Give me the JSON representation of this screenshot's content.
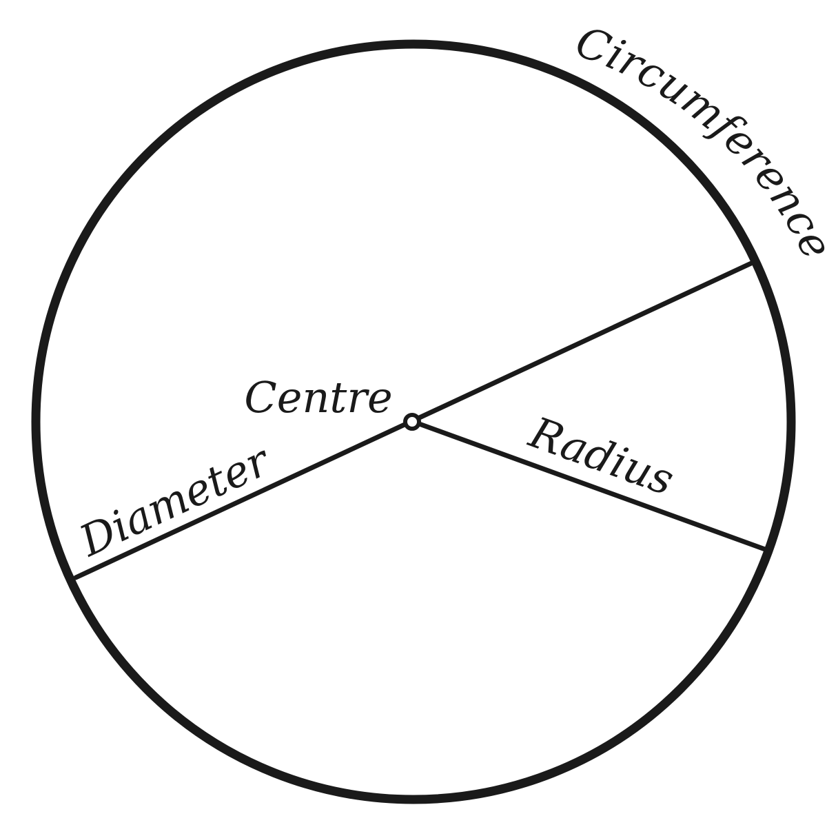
{
  "labels": {
    "circumference": "Circumference",
    "centre": "Centre",
    "radius": "Radius",
    "diameter": "Diameter"
  },
  "colors": {
    "ink": "#1a1a1a",
    "background": "#ffffff"
  }
}
